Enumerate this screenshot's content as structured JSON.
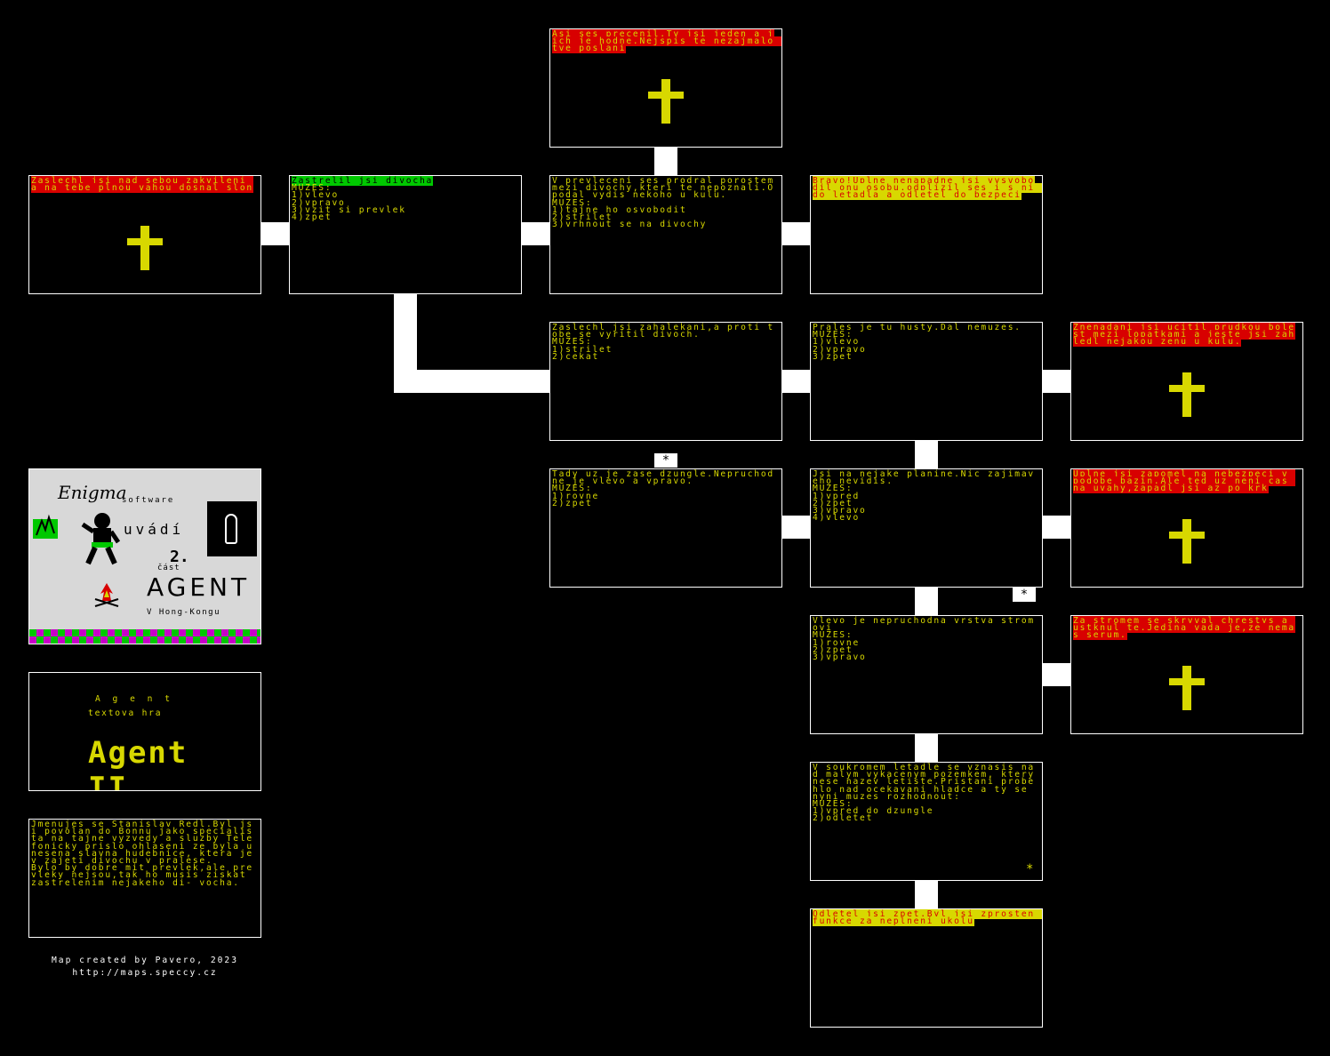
{
  "rooms": {
    "top": {
      "text": "Asi ses precenil.Ty jsi jeden a jich je hodne.Nejspis te nezajmalo tve poslani"
    },
    "elephant": {
      "text": "Zaslechl jsi nad sebou zakvileni a na tebe plnou vahou dosnal slon"
    },
    "shot": {
      "hl": "Zastrelil jsi divocha",
      "text": "MUZES:\n1)vlevo\n2)vpravo\n3)vzit si prevlek\n4)zpet"
    },
    "disguise": {
      "text": "V prevleceni ses prodral porostem mezi divochy,kteri te nepoznali.Opodal vydis nekoho u kulu.\nMUZES:\n1)tajne ho osvobodit\n2)strilet\n3)vrhnout se na divochy"
    },
    "bravo": {
      "text": "Bravo!Uplne nenapadne jsi vysvobodil onu osobu,odplizil ses i s ni do letadla a odletel do bezpeci"
    },
    "ambush": {
      "text": "Zaslechl jsi zahalekani,a proti tobe se vyritil divoch.\nMUZES:\n1)strilet\n2)cekat"
    },
    "dense": {
      "text": "Prales je tu husty.Dal nemuzes.\nMUZES:\n1)vlevo\n2)vpravo\n3)zpet"
    },
    "pain": {
      "text": "Znenadani jsi ucitil prudkou bolest mezi lopatkami a jeste jsi zahledl nejakou zenu u kulu."
    },
    "jungle": {
      "text": "Tady uz je zase dzungle.Nepruchodne je vlevo a vpravo.\nMUZES:\n1)rovne\n2)zpet"
    },
    "plain": {
      "text": "Jsi na nejake planine.Nic zajimaveho nevidis.\nMUZES:\n1)vpred\n2)zpet\n3)vpravo\n4)vlevo"
    },
    "swamp": {
      "text": "Uplne jsi zapomel na nebezpeci v podobe bazin.Ale ted uz neni cas na uvahy,zapadl jsi az po krk"
    },
    "impass": {
      "text": "Vlevo je nepruchodna vrstva stromovi\nMUZES:\n1)rovne\n2)zpet\n3)vpravo"
    },
    "snake": {
      "text": "Za stromem se skryval chrestys a ustknul te.Jedina vada je,ze nemas serum."
    },
    "plane": {
      "text": "V soukromem letadle se vznasis nad malym vykacenym pozemkem, ktery nese nazev letiste.Pristani probehlo nad ocekavani hladce a ty se nyni muzes rozhodnout:\nMUZES:\n1)vpred do dzungle\n2)odletet"
    },
    "flyback": {
      "text": "Odletel jsi zpet.Byl jsi zprosten funkce za neplneni ukolu"
    }
  },
  "title_screen": {
    "enigma": "Enigma",
    "software": "software",
    "uvadi": "uvádí",
    "part_num": "2.",
    "part": "část",
    "agent": "AGENT",
    "subtitle": "V Hong-Kongu"
  },
  "agent_screen": {
    "line1": "A g e n t",
    "line2": "textova hra",
    "big": "Agent II."
  },
  "intro": {
    "text": "Jmenujes se Stanislav Redl.Byl jsi povolan do Bonnu jako specialista na tajne vyzvedy a sluzby Telefonicky prislo ohlaseni ze byla unesena slavna hudebnice, ktera je v zajeti divochu v pralese.\nBylo by dobre mit prevlek,ale prevleky nejsou,tak ho musis ziskat zastrelenim nejakeho di- vocha."
  },
  "credits": {
    "line1": "Map created by Pavero, 2023",
    "line2": "http://maps.speccy.cz"
  },
  "markers": {
    "star": "*"
  },
  "colors": {
    "red": "#d80000",
    "yellow": "#d8d800",
    "green": "#00c800",
    "magenta": "#c800c8"
  },
  "icons": {
    "death": "cross-icon"
  }
}
